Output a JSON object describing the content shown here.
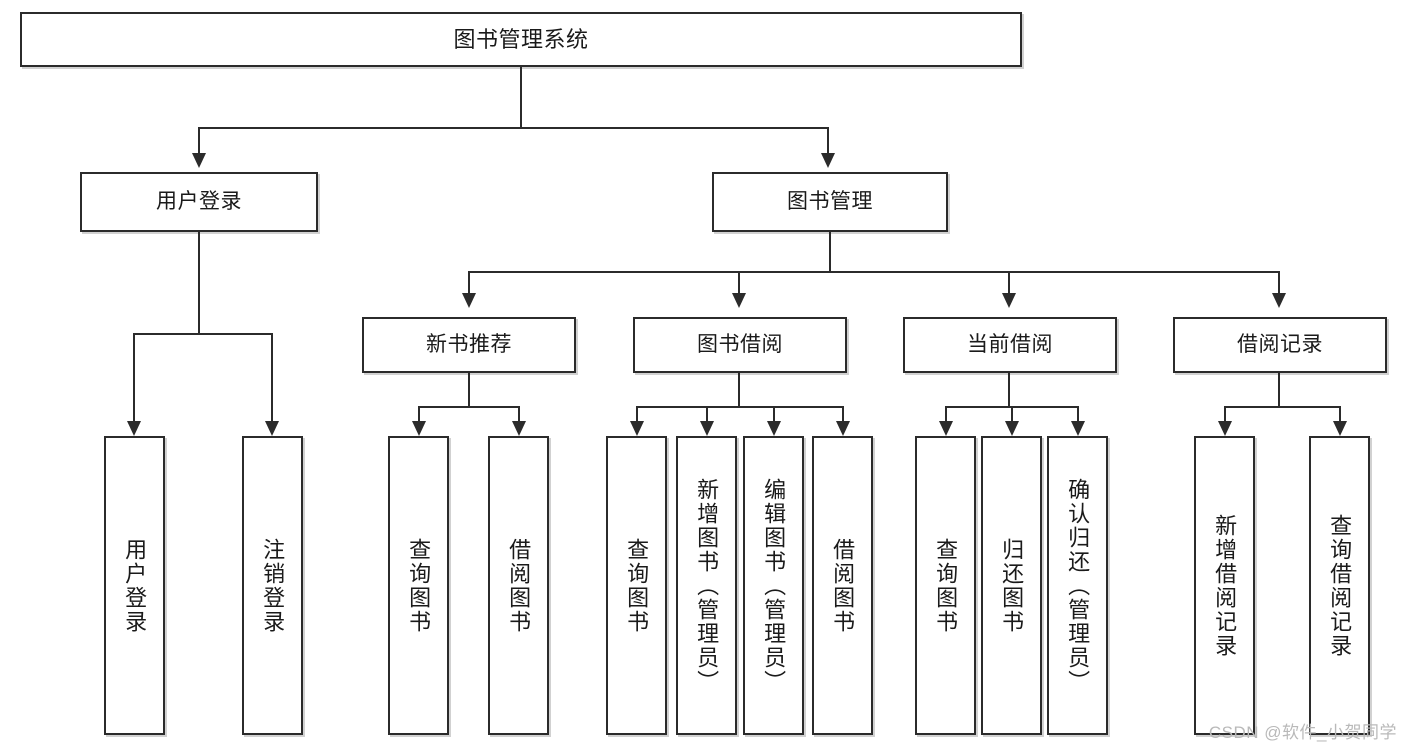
{
  "diagram": {
    "title_node": {
      "label": "图书管理系统"
    },
    "level1": [
      {
        "label": "用户登录"
      },
      {
        "label": "图书管理"
      }
    ],
    "level2": [
      {
        "label": "新书推荐"
      },
      {
        "label": "图书借阅"
      },
      {
        "label": "当前借阅"
      },
      {
        "label": "借阅记录"
      }
    ],
    "leaves": {
      "user_login": [
        {
          "label": "用户登录"
        },
        {
          "label": "注销登录"
        }
      ],
      "new_book_recommend": [
        {
          "label": "查询图书"
        },
        {
          "label": "借阅图书"
        }
      ],
      "book_borrow": [
        {
          "label": "查询图书"
        },
        {
          "label": "新增图书（管理员）"
        },
        {
          "label": "编辑图书（管理员）"
        },
        {
          "label": "借阅图书"
        }
      ],
      "current_borrow": [
        {
          "label": "查询图书"
        },
        {
          "label": "归还图书"
        },
        {
          "label": "确认归还（管理员）"
        }
      ],
      "borrow_record": [
        {
          "label": "新增借阅记录"
        },
        {
          "label": "查询借阅记录"
        }
      ]
    }
  },
  "watermark": {
    "text": "CSDN @软件_小贺同学"
  },
  "colors": {
    "stroke": "#2b2b2b",
    "background": "#ffffff",
    "text": "#1a1a1a",
    "watermark": "#b9b9b9"
  }
}
